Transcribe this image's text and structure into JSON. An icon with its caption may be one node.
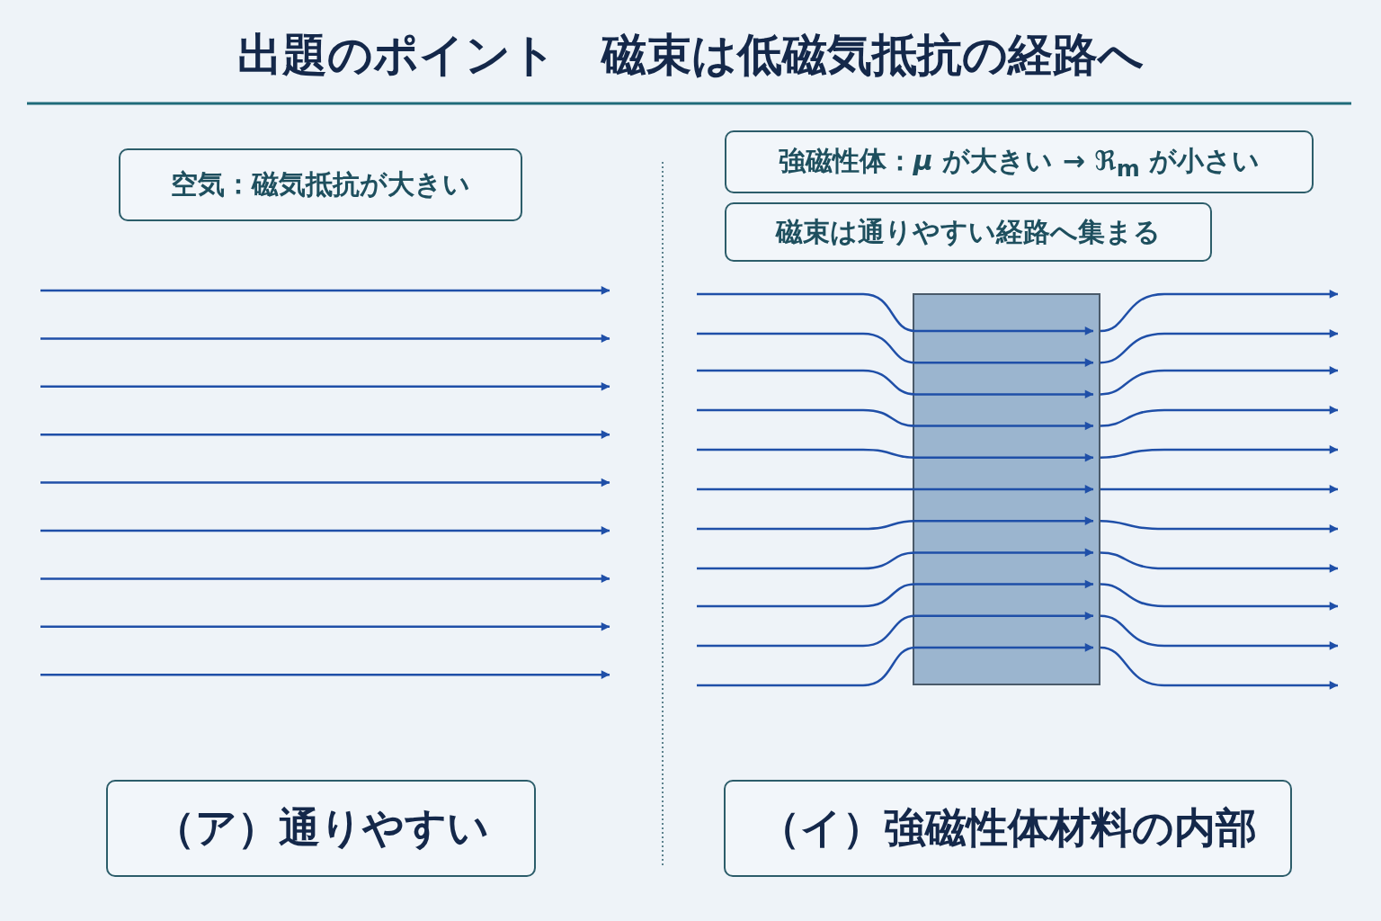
{
  "diagram": {
    "title": "出題のポイント　磁束は低磁気抵抗の経路へ",
    "nodes": [
      {
        "text": [
          "空気：磁気抵抗が大きい"
        ]
      },
      {
        "text": [
          "強磁性体：*μ* が大きい → ℜ$_{m}$ が小さい"
        ]
      },
      {
        "text": [
          "磁束は通りやすい経路へ集まる"
        ]
      },
      {
        "text": [],
        "shape": "box"
      },
      {
        "text": [
          "（ア）通りやすい"
        ]
      },
      {
        "text": [
          "（イ）強磁性体材料の内部"
        ]
      }
    ],
    "edges": []
  }
}
